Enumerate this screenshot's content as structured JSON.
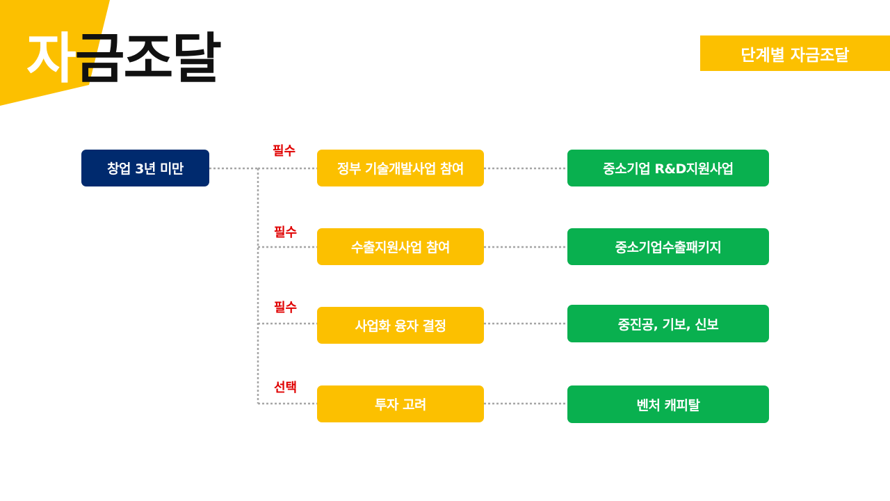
{
  "header": {
    "title_first": "자",
    "title_rest": "금조달",
    "badge": "단계별 자금조달"
  },
  "diagram": {
    "root": "창업 3년 미만",
    "rows": [
      {
        "requirement": "필수",
        "stage": "정부 기술개발사업 참여",
        "program": "중소기업 R&D지원사업"
      },
      {
        "requirement": "필수",
        "stage": "수출지원사업 참여",
        "program": "중소기업수출패키지"
      },
      {
        "requirement": "필수",
        "stage": "사업화 융자 결정",
        "program": "중진공, 기보, 신보"
      },
      {
        "requirement": "선택",
        "stage": "투자 고려",
        "program": "벤처 캐피탈"
      }
    ]
  },
  "colors": {
    "accent_yellow": "#fcc000",
    "navy": "#002a6e",
    "green": "#09b04f",
    "required_red": "#e00000",
    "connector_gray": "#a6a6a6"
  }
}
